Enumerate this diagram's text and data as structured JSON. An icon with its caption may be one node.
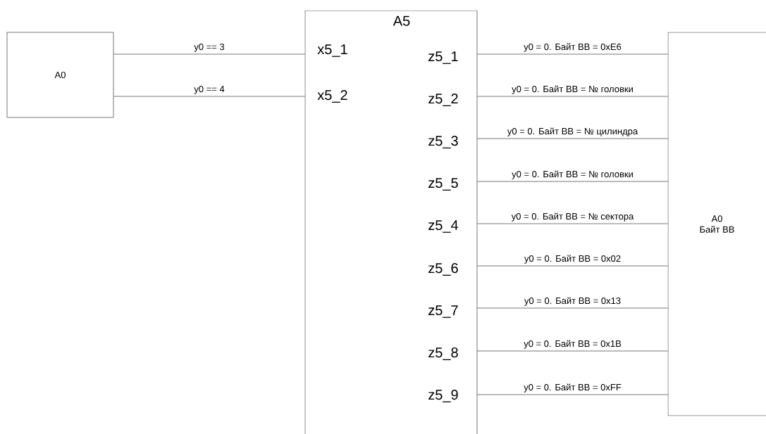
{
  "diagram": {
    "nodes": [
      {
        "text": [
          "A0"
        ]
      },
      {
        "text": [
          "A5"
        ]
      },
      {
        "text": [
          "A0",
          "Байт ВВ"
        ]
      }
    ],
    "edges": [
      {
        "from": 0,
        "to": 1,
        "arrow": "none",
        "label": "y0 == 3"
      },
      {
        "from": 0,
        "to": 1,
        "arrow": "none",
        "label": "y0 == 4"
      },
      {
        "from": 1,
        "to": 2,
        "arrow": "none",
        "label": "y0 = 0. Байт ВВ = 0xE6"
      },
      {
        "from": 1,
        "to": 2,
        "arrow": "none",
        "label": "y0 = 0. Байт ВВ = № головки"
      },
      {
        "from": 1,
        "to": 2,
        "arrow": "none",
        "label": "y0 = 0. Байт ВВ = № цилиндра"
      },
      {
        "from": 1,
        "to": 2,
        "arrow": "none",
        "label": "y0 = 0. Байт ВВ = № головки"
      },
      {
        "from": 1,
        "to": 2,
        "arrow": "none",
        "label": "y0 = 0. Байт ВВ = № сектора"
      },
      {
        "from": 1,
        "to": 2,
        "arrow": "none",
        "label": "y0 = 0. Байт ВВ = 0x02"
      },
      {
        "from": 1,
        "to": 2,
        "arrow": "none",
        "label": "y0 = 0. Байт ВВ = 0x13"
      },
      {
        "from": 1,
        "to": 2,
        "arrow": "none",
        "label": "y0 = 0. Байт ВВ = 0x1B"
      },
      {
        "from": 1,
        "to": 2,
        "arrow": "none",
        "label": "y0 = 0. Байт ВВ = 0xFF"
      }
    ],
    "labels": [
      "x5_1",
      "z5_1",
      "x5_2",
      "z5_2",
      "z5_3",
      "z5_5",
      "z5_4",
      "z5_6",
      "z5_7",
      "z5_8",
      "z5_9"
    ]
  }
}
